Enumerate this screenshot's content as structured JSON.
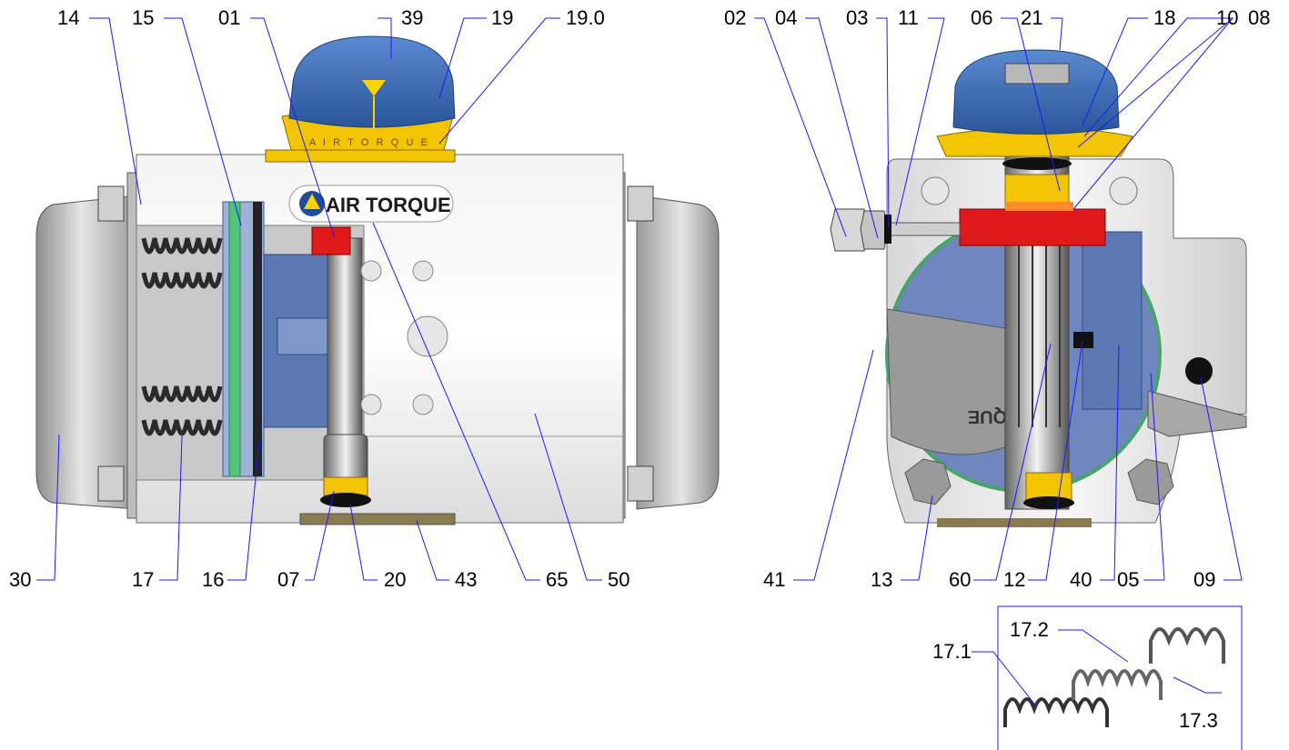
{
  "brand": {
    "logo_text": "AIR TORQUE",
    "housing_mark": "TORQUE"
  },
  "colors": {
    "leader_line": "#1a1aff",
    "indicator_blue": "#3d6fb8",
    "scale_yellow": "#f3c400",
    "stop_red": "#e0191b",
    "piston_blue": "#5d79b3",
    "seal_green": "#3fbf6a"
  },
  "callouts": {
    "c14": "14",
    "c15": "15",
    "c01": "01",
    "c39": "39",
    "c19": "19",
    "c190": "19.0",
    "c30": "30",
    "c17": "17",
    "c16": "16",
    "c07": "07",
    "c20": "20",
    "c43": "43",
    "c65": "65",
    "c50": "50",
    "c02": "02",
    "c04": "04",
    "c03": "03",
    "c11": "11",
    "c06": "06",
    "c21": "21",
    "c18": "18",
    "c10": "10",
    "c08": "08",
    "c41": "41",
    "c13": "13",
    "c60": "60",
    "c12": "12",
    "c40": "40",
    "c05": "05",
    "c09": "09",
    "c171": "17.1",
    "c172": "17.2",
    "c173": "17.3"
  }
}
